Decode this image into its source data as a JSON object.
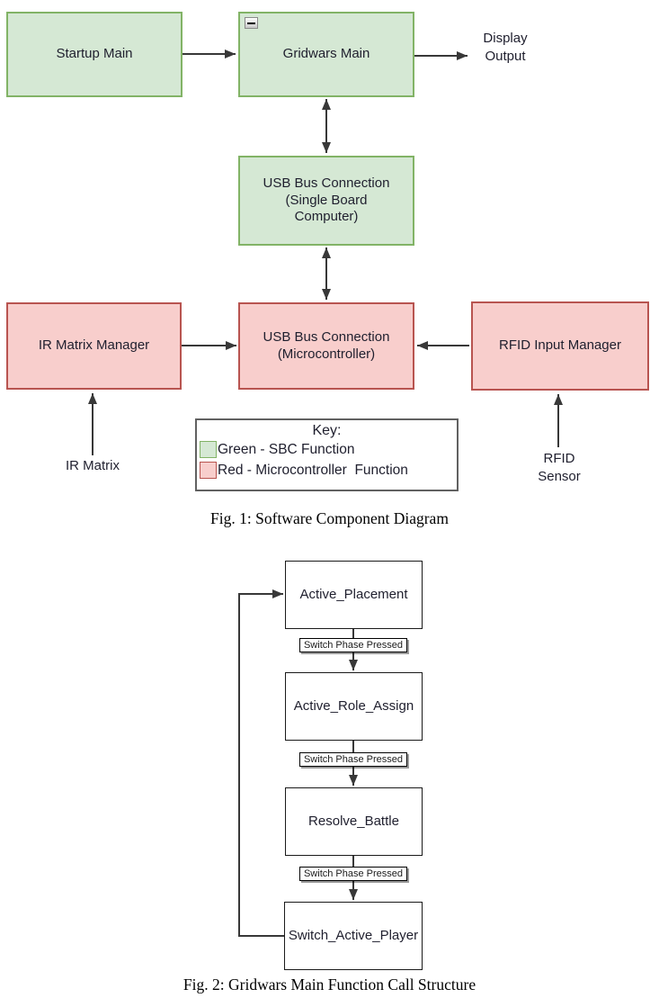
{
  "colors": {
    "sbc_green_fill": "#d5e8d4",
    "sbc_green_border": "#82b366",
    "micro_red_fill": "#f8cecc",
    "micro_red_border": "#b85450",
    "connector": "#383838"
  },
  "fig1": {
    "caption": "Fig. 1: Software Component Diagram",
    "nodes": {
      "startup_main": "Startup Main",
      "gridwars_main": "Gridwars Main",
      "usb_sbc": "USB Bus Connection\n(Single Board\nComputer)",
      "ir_matrix_manager": "IR Matrix Manager",
      "usb_micro": "USB Bus Connection\n(Microcontroller)",
      "rfid_input_manager": "RFID Input Manager"
    },
    "external_labels": {
      "display_output": "Display\nOutput",
      "ir_matrix": "IR Matrix",
      "rfid_sensor": "RFID\nSensor"
    },
    "key": {
      "title": "Key:",
      "entries": [
        {
          "swatch": "green",
          "label": "Green - SBC Function"
        },
        {
          "swatch": "red",
          "label": "Red - Microcontroller  Function"
        }
      ]
    },
    "icons": {
      "collapse": "minus-collapse"
    }
  },
  "fig2": {
    "caption": "Fig. 2: Gridwars Main Function Call Structure",
    "states": [
      "Active_Placement",
      "Active_Role_Assign",
      "Resolve_Battle",
      "Switch_Active_Player"
    ],
    "transition_label": "Switch Phase Pressed"
  }
}
